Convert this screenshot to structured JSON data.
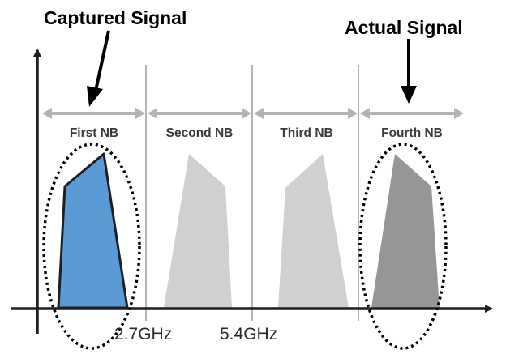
{
  "annotations": {
    "captured_signal": "Captured Signal",
    "actual_signal": "Actual Signal"
  },
  "bands": [
    {
      "label": "First NB"
    },
    {
      "label": "Second NB"
    },
    {
      "label": "Third NB"
    },
    {
      "label": "Fourth NB"
    }
  ],
  "frequency_ticks": [
    "2.7GHz",
    "5.4GHz"
  ],
  "colors": {
    "captured_fill": "#5b9bd5",
    "faded_fill": "#d0d0d0",
    "actual_fill": "#969696",
    "axis": "#1f1f1f",
    "band_arrow": "#b4b4b4",
    "divider": "#8c8c8c"
  }
}
